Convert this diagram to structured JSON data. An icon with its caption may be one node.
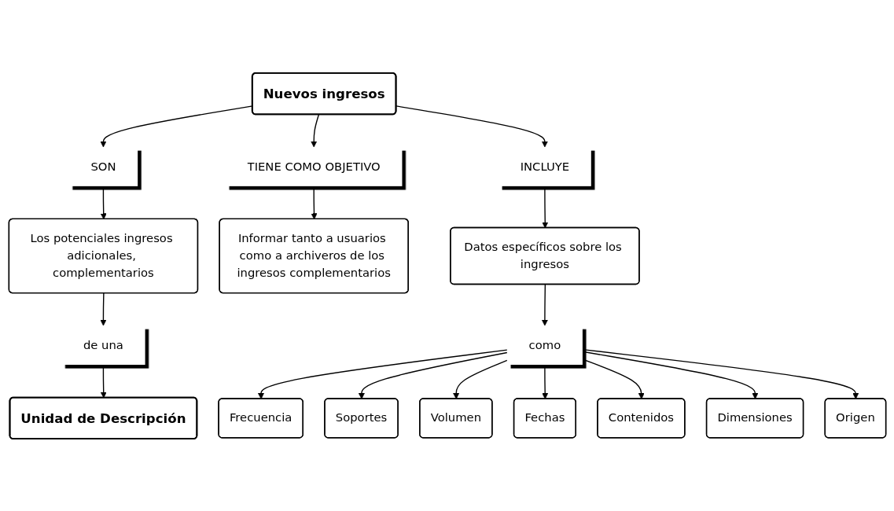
{
  "diagram": {
    "nodes": [
      {
        "text": [
          "Nuevos ingresos"
        ]
      },
      {
        "text": [
          "SON"
        ]
      },
      {
        "text": [
          "TIENE COMO OBJETIVO"
        ]
      },
      {
        "text": [
          "INCLUYE"
        ]
      },
      {
        "text": [
          "Los potenciales ingresos adicionales, complementarios"
        ]
      },
      {
        "text": [
          "Informar tanto a usuarios como a archiveros de los ingresos complementarios"
        ]
      },
      {
        "text": [
          "Datos específicos sobre los ingresos"
        ]
      },
      {
        "text": [
          "de una"
        ]
      },
      {
        "text": [
          "Unidad de Descripción"
        ]
      },
      {
        "text": [
          "como"
        ]
      },
      {
        "text": [
          "Frecuencia"
        ]
      },
      {
        "text": [
          "Soportes"
        ]
      },
      {
        "text": [
          "Volumen"
        ]
      },
      {
        "text": [
          "Fechas"
        ]
      },
      {
        "text": [
          "Contenidos"
        ]
      },
      {
        "text": [
          "Dimensiones"
        ]
      },
      {
        "text": [
          "Origen"
        ]
      }
    ],
    "edges": [
      {
        "from": 0,
        "to": 1,
        "arrow": "to"
      },
      {
        "from": 0,
        "to": 2,
        "arrow": "to"
      },
      {
        "from": 0,
        "to": 3,
        "arrow": "to"
      },
      {
        "from": 1,
        "to": 4,
        "arrow": "to"
      },
      {
        "from": 2,
        "to": 5,
        "arrow": "to"
      },
      {
        "from": 3,
        "to": 6,
        "arrow": "to"
      },
      {
        "from": 4,
        "to": 7,
        "arrow": "to"
      },
      {
        "from": 7,
        "to": 8,
        "arrow": "to"
      },
      {
        "from": 6,
        "to": 9,
        "arrow": "to"
      },
      {
        "from": 9,
        "to": 10,
        "arrow": "to"
      },
      {
        "from": 9,
        "to": 11,
        "arrow": "to"
      },
      {
        "from": 9,
        "to": 12,
        "arrow": "to"
      },
      {
        "from": 9,
        "to": 13,
        "arrow": "to"
      },
      {
        "from": 9,
        "to": 14,
        "arrow": "to"
      },
      {
        "from": 9,
        "to": 15,
        "arrow": "to"
      },
      {
        "from": 9,
        "to": 16,
        "arrow": "to"
      }
    ]
  }
}
